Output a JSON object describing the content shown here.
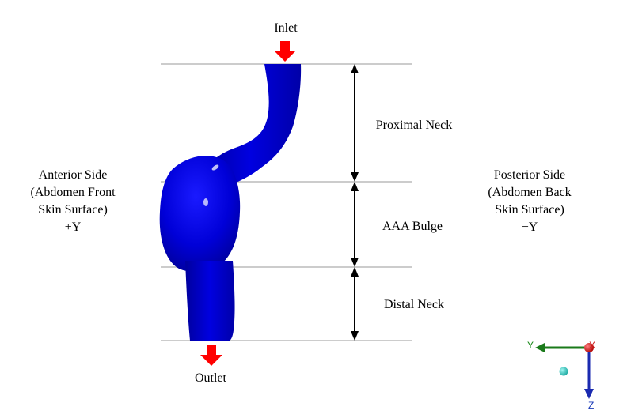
{
  "labels": {
    "inlet": "Inlet",
    "outlet": "Outlet",
    "proximal_neck": "Proximal Neck",
    "aaa_bulge": "AAA Bulge",
    "distal_neck": "Distal Neck"
  },
  "anterior": {
    "line1": "Anterior Side",
    "line2": "(Abdomen Front",
    "line3": "Skin Surface)",
    "line4": "+Y"
  },
  "posterior": {
    "line1": "Posterior Side",
    "line2": "(Abdomen Back",
    "line3": "Skin Surface)",
    "line4": "−Y"
  },
  "axes": {
    "y_label": "Y",
    "x_label": "X",
    "z_label": "Z",
    "y_color": "#1a8a1a",
    "z_color": "#1a3ab8",
    "x_color": "#cc1a1a"
  },
  "colors": {
    "vessel": "#0000d8",
    "flow_arrow": "#ff0000",
    "guide_line": "#9a9a9a"
  }
}
